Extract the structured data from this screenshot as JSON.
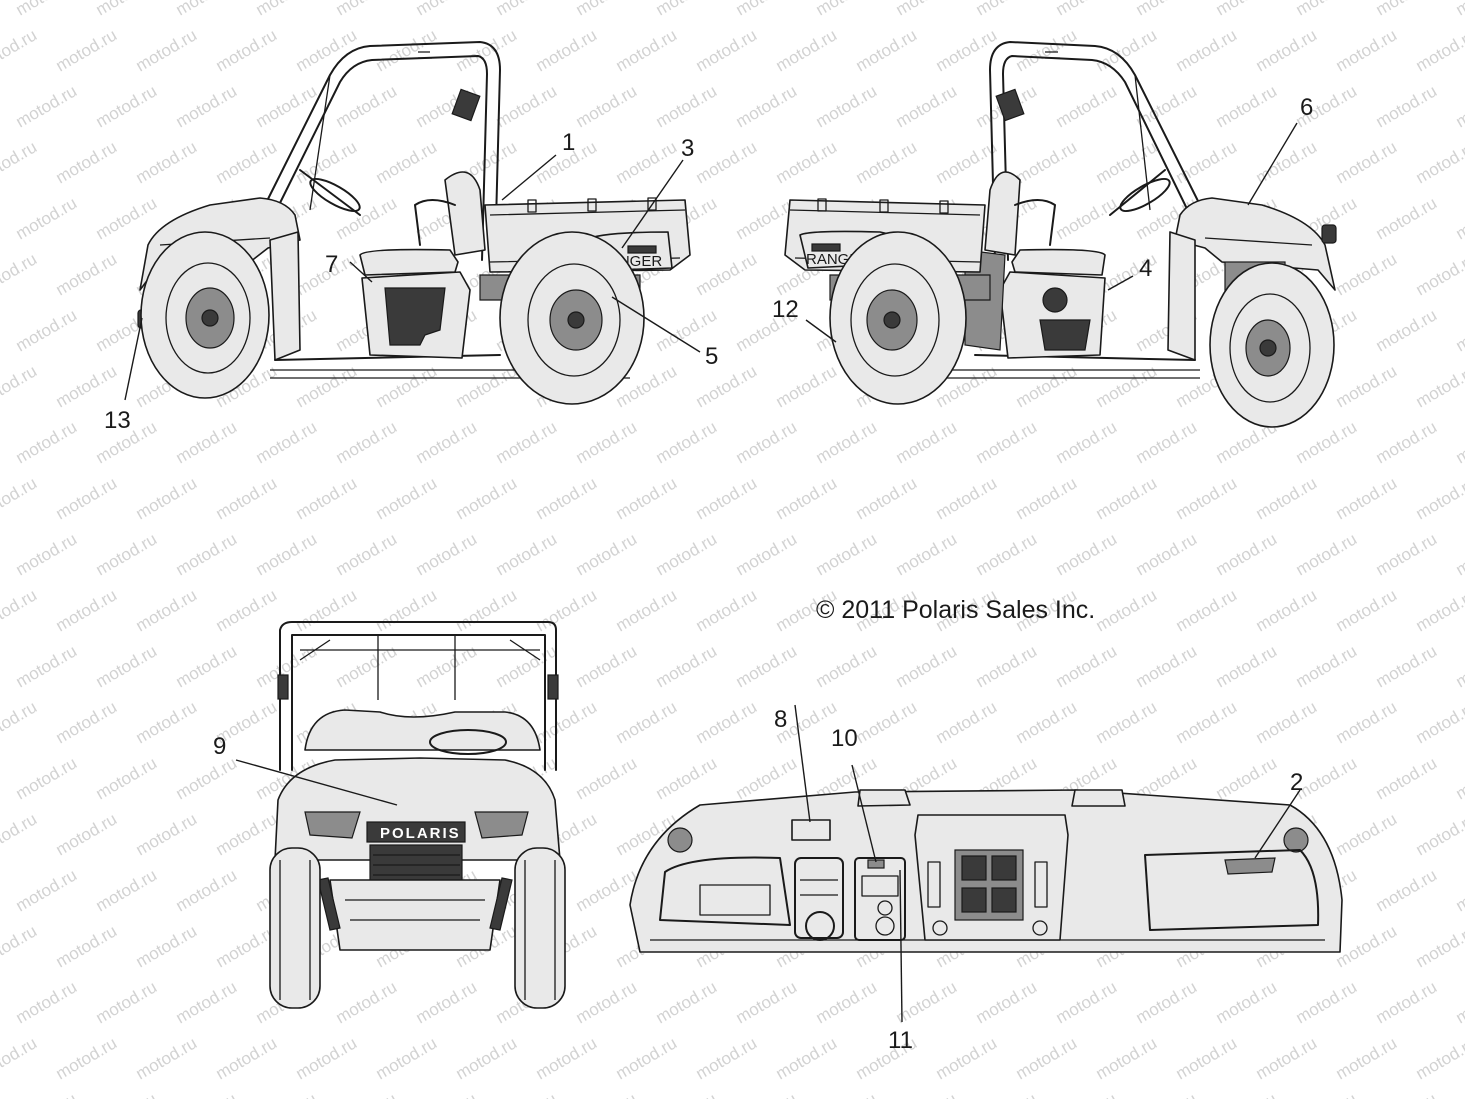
{
  "watermark": "motod.ru",
  "copyright": "© 2011 Polaris Sales Inc.",
  "vehicle_badges": {
    "left_bed": "RANGER",
    "right_bed": "RANGER",
    "front_grille": "POLARIS"
  },
  "callouts": [
    "1",
    "2",
    "3",
    "4",
    "5",
    "6",
    "7",
    "8",
    "9",
    "10",
    "11",
    "12",
    "13"
  ]
}
